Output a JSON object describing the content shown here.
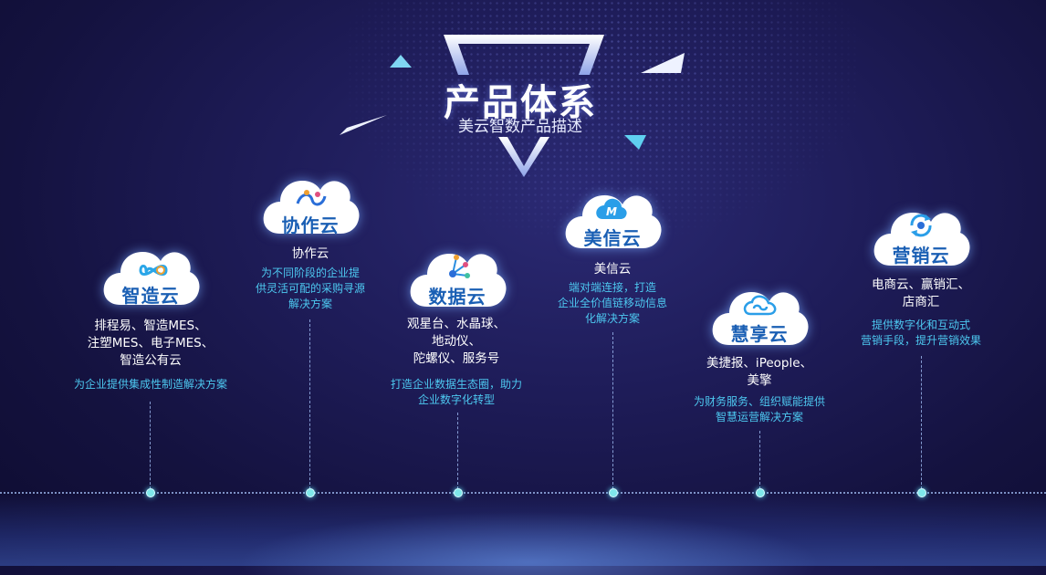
{
  "header": {
    "title": "产品体系",
    "subtitle": "美云智数产品描述"
  },
  "colors": {
    "background": "#1e1c58",
    "cloud_text": "#1a5fb4",
    "description_text": "#4dc8f0",
    "timeline_dot": "#7fe8ea"
  },
  "products": [
    {
      "cloud_name": "智造云",
      "icon": "infinity-gear-icon",
      "items": [
        "排程易、智造MES、",
        "注塑MES、电子MES、",
        "智造公有云"
      ],
      "description": [
        "为企业提供集成性制造解决方案"
      ]
    },
    {
      "cloud_name": "协作云",
      "icon": "people-loop-icon",
      "items": [
        "协作云"
      ],
      "description": [
        "为不同阶段的企业提",
        "供灵活可配的采购寻源",
        "解决方案"
      ]
    },
    {
      "cloud_name": "数据云",
      "icon": "data-network-icon",
      "items": [
        "观星台、水晶球、",
        "地动仪、",
        "陀螺仪、服务号"
      ],
      "description": [
        "打造企业数据生态圈，助力",
        "企业数字化转型"
      ]
    },
    {
      "cloud_name": "美信云",
      "icon": "m-cloud-icon",
      "items": [
        "美信云"
      ],
      "description": [
        "端对端连接，打造",
        "企业全价值链移动信息",
        "化解决方案"
      ]
    },
    {
      "cloud_name": "慧享云",
      "icon": "link-cloud-icon",
      "items": [
        "美捷报、iPeople、",
        "美擎"
      ],
      "description": [
        "为财务服务、组织赋能提供",
        "智慧运营解决方案"
      ]
    },
    {
      "cloud_name": "营销云",
      "icon": "coin-arrows-icon",
      "items": [
        "电商云、赢销汇、",
        "店商汇"
      ],
      "description": [
        "提供数字化和互动式",
        "营销手段，提升营销效果"
      ]
    }
  ]
}
